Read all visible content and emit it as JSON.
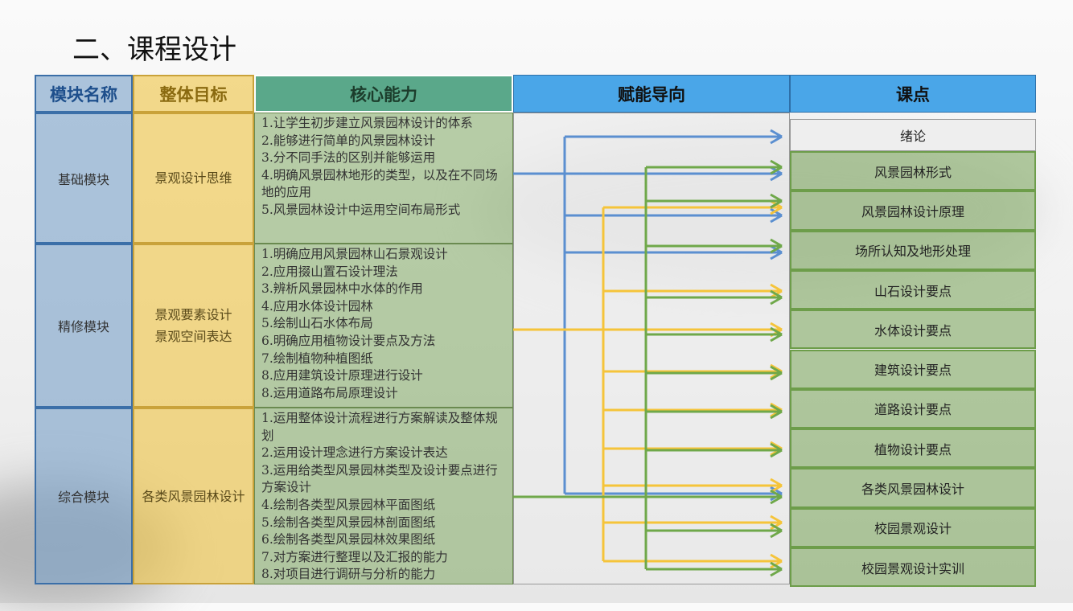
{
  "title": "二、课程设计",
  "headers": [
    "模块名称",
    "整体目标",
    "核心能力",
    "赋能导向",
    "课点"
  ],
  "rows": [
    {
      "module": "基础模块",
      "goal": [
        "景观设计思维"
      ],
      "abilities": [
        "1.让学生初步建立风景园林设计的体系",
        "2.能够进行简单的风景园林设计",
        "3.分不同手法的区别并能够运用",
        "4.明确风景园林地形的类型，以及在不同场地的应用",
        "5.风景园林设计中运用空间布局形式"
      ]
    },
    {
      "module": "精修模块",
      "goal": [
        "景观要素设计",
        "景观空间表达"
      ],
      "abilities": [
        "1.明确应用风景园林山石景观设计",
        "2.应用掇山置石设计理法",
        "3.辨析风景园林中水体的作用",
        "4.应用水体设计园林",
        "5.绘制山石水体布局",
        "6.明确应用植物设计要点及方法",
        "7.绘制植物种植图纸",
        "8.应用建筑设计原理进行设计",
        "8.运用道路布局原理设计"
      ]
    },
    {
      "module": "综合模块",
      "goal": [
        "各类风景园林设计"
      ],
      "abilities": [
        "1.运用整体设计流程进行方案解读及整体规划",
        "2.运用设计理念进行方案设计表达",
        "3.运用给类型风景园林类型及设计要点进行方案设计",
        "4.绘制各类型风景园林平面图纸",
        "5.绘制各类型风景园林剖面图纸",
        "6.绘制各类型风景园林效果图纸",
        "7.对方案进行整理以及汇报的能力",
        "8.对项目进行调研与分析的能力"
      ]
    }
  ],
  "courses": [
    "绪论",
    "风景园林形式",
    "风景园林设计原理",
    "场所认知及地形处理",
    "山石设计要点",
    "水体设计要点",
    "建筑设计要点",
    "道路设计要点",
    "植物设计要点",
    "各类风景园林设计",
    "校园景观设计",
    "校园景观设计实训"
  ],
  "colors": {
    "blue": "#5b8fd0",
    "yellow": "#f5c43a",
    "green": "#6fa84a"
  }
}
